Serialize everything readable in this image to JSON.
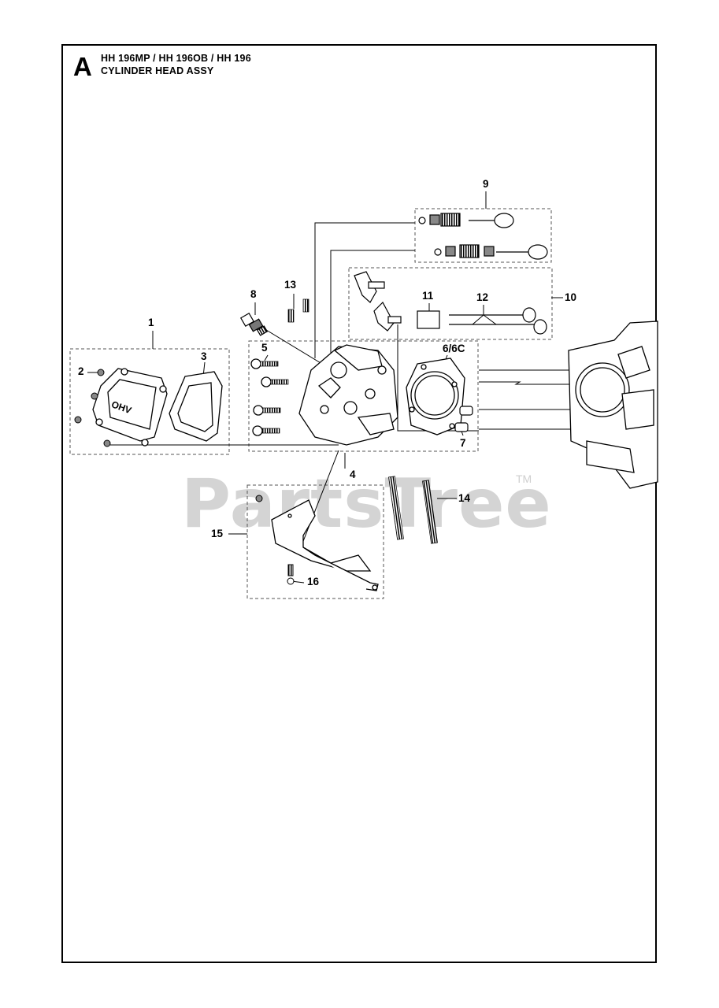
{
  "header": {
    "section_letter": "A",
    "models": "HH 196MP / HH 196OB / HH 196",
    "title": "CYLINDER HEAD ASSY"
  },
  "watermark": {
    "text": "PartsTree",
    "trademark": "TM"
  },
  "callouts": {
    "c1": "1",
    "c2": "2",
    "c3": "3",
    "c4": "4",
    "c5": "5",
    "c6": "6/6C",
    "c7": "7",
    "c8": "8",
    "c9": "9",
    "c10": "10",
    "c11": "11",
    "c12": "12",
    "c13": "13",
    "c14": "14",
    "c15": "15",
    "c16": "16"
  },
  "cover_embossing": "OHV"
}
